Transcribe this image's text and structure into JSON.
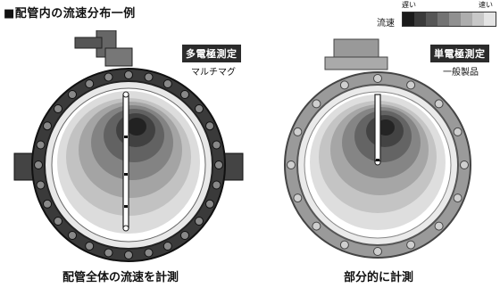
{
  "title": "■配管内の流速分布一例",
  "legend": {
    "label": "流速",
    "slow_label": "遅い",
    "fast_label": "速い",
    "colors": [
      "#1a1a1a",
      "#3a3a3a",
      "#565656",
      "#737373",
      "#909090",
      "#adadad",
      "#c8c8c8",
      "#e4e4e4"
    ]
  },
  "left": {
    "tag": "多電極測定",
    "subtitle": "マルチマグ",
    "caption": "配管全体の流速を計測"
  },
  "right": {
    "tag": "単電極測定",
    "subtitle": "一般製品",
    "caption": "部分的に計測"
  }
}
